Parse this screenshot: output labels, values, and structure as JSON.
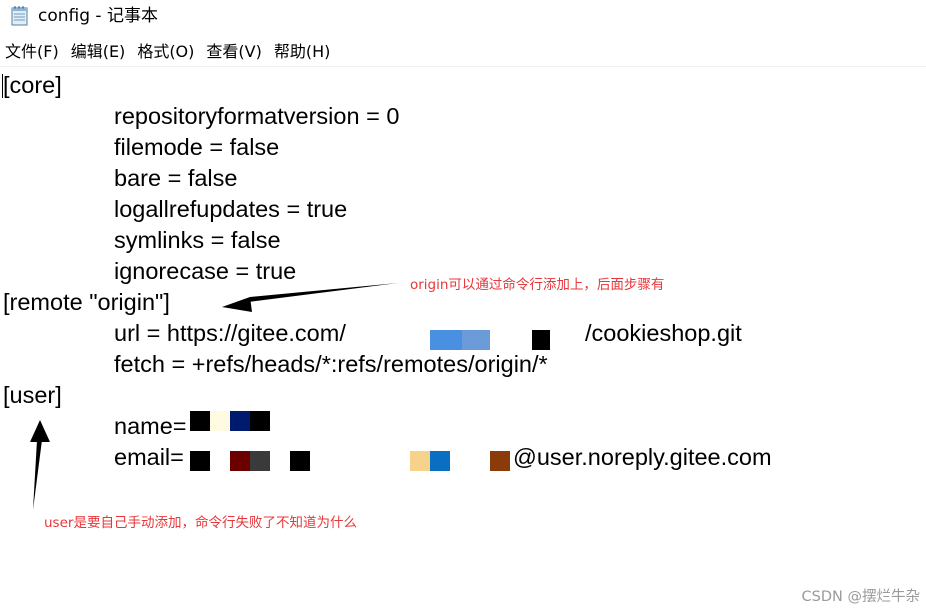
{
  "window": {
    "title": "config - 记事本",
    "app_icon": "notepad-icon"
  },
  "menu": {
    "items": [
      {
        "label": "文件(F)"
      },
      {
        "label": "编辑(E)"
      },
      {
        "label": "格式(O)"
      },
      {
        "label": "查看(V)"
      },
      {
        "label": "帮助(H)"
      }
    ]
  },
  "document": {
    "lines": [
      "[core]",
      "repositoryformatversion = 0",
      "filemode = false",
      "bare = false",
      "logallrefupdates = true",
      "symlinks = false",
      "ignorecase = true",
      "[remote \"origin\"]",
      "url = https://gitee.com/",
      "/cookieshop.git",
      "fetch = +refs/heads/*:refs/remotes/origin/*",
      "[user]",
      "name=",
      "email=",
      "@user.noreply.gitee.com"
    ]
  },
  "annotations": {
    "remote_note": "origin可以通过命令行添加上，后面步骤有",
    "user_note": "user是要自己手动添加，命令行失败了不知道为什么",
    "color": "#e8373a"
  },
  "watermark": "CSDN @摆烂牛杂",
  "redaction_colors": {
    "blue_light": "#4a90e2",
    "blue_mid": "#5b9bd5",
    "navy": "#001a6e",
    "cream": "#fffbe0",
    "maroon": "#6b0000",
    "dark_gray": "#3a3a3a",
    "sand": "#f6d28a",
    "blue_strong": "#0a6fc0",
    "rust": "#8b3a0a"
  }
}
